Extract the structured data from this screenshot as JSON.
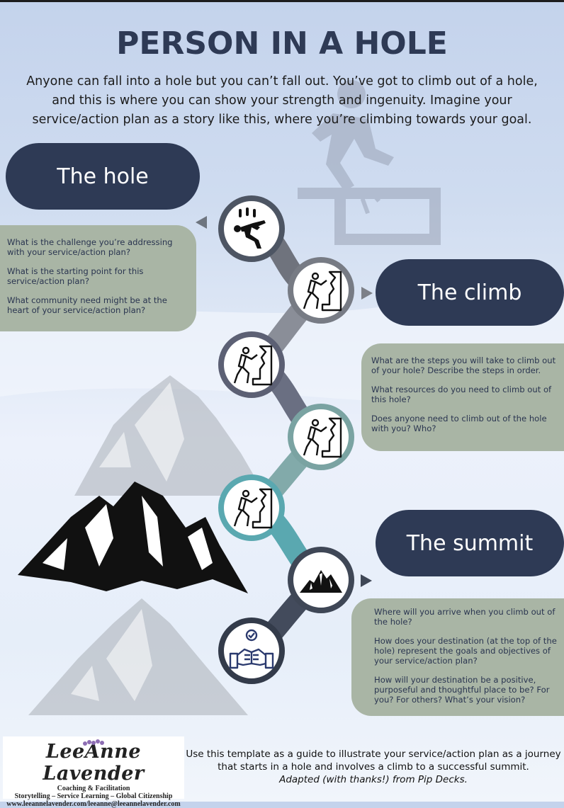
{
  "title": "PERSON IN A HOLE",
  "intro": "Anyone can fall into a hole but you can’t fall out. You’ve got to climb out of a hole, and this is where you can show your strength and ingenuity. Imagine your service/action plan as a story like this, where you’re climbing towards your goal.",
  "sections": {
    "hole": {
      "label": "The hole",
      "questions": [
        "What is the challenge you’re addressing with your service/action plan?",
        "What is the starting point for this service/action plan?",
        "What community need might be at the heart of your service/action plan?"
      ]
    },
    "climb": {
      "label": "The climb",
      "questions": [
        "What are the steps you will take to climb out of your hole? Describe the steps in order.",
        "What resources do you need to climb out of this hole?",
        "Does anyone need to climb out of the hole with you? Who?"
      ]
    },
    "summit": {
      "label": "The summit",
      "questions": [
        "Where will you arrive when you climb out of the hole?",
        "How does your destination (at the top of the hole) represent the goals and objectives of your service/action plan?",
        "How will your destination be a positive, purposeful and thoughtful place to be? For you? For others? What’s your vision?"
      ]
    }
  },
  "nodes": [
    {
      "icon": "falling-person-icon",
      "ring": "#4d5563"
    },
    {
      "icon": "climber-icon",
      "ring": "#777b84"
    },
    {
      "icon": "climber-icon",
      "ring": "#5c6074"
    },
    {
      "icon": "climber-icon",
      "ring": "#7aa3a2"
    },
    {
      "icon": "climber-icon",
      "ring": "#5aa8b0"
    },
    {
      "icon": "mountain-icon",
      "ring": "#3f4756"
    },
    {
      "icon": "fist-bump-icon",
      "ring": "#333b4a"
    }
  ],
  "logo": {
    "name": "LeeAnne Lavender",
    "line1": "Coaching & Facilitation",
    "line2": "Storytelling – Service Learning – Global Citizenship",
    "line3": "www.leeannelavender.com/leeanne@leeannelavender.com"
  },
  "footer": {
    "text": "Use this template as a guide to illustrate your service/action plan as a journey that starts in a hole and involves a climb to a successful summit.",
    "credit": "Adapted (with thanks!) from Pip Decks."
  },
  "colors": {
    "navy": "#2e3a55",
    "sage": "#a9b5a5",
    "teal": "#5aa8b0"
  }
}
